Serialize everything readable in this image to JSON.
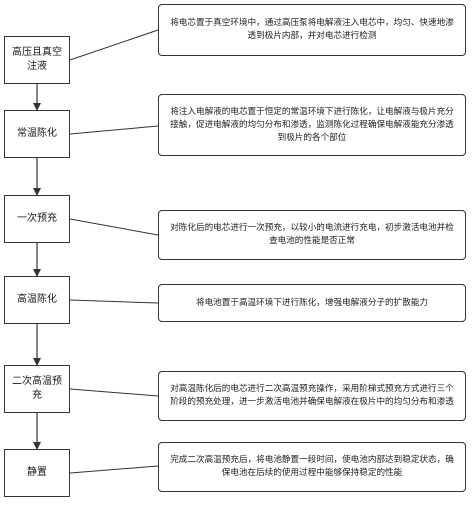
{
  "steps": [
    {
      "label": "高压且真空注液",
      "note": "将电芯置于真空环境中，通过高压泵将电解液注入电芯中，均匀、快速地渗透到极片内部，并对电芯进行检测"
    },
    {
      "label": "常温陈化",
      "note": "将注入电解液的电芯置于恒定的常温环境下进行陈化，让电解液与极片充分接触，促进电解液的均匀分布和渗透，监测陈化过程确保电解液能充分渗透到极片的各个部位"
    },
    {
      "label": "一次预充",
      "note": "对陈化后的电芯进行一次预充，以较小的电流进行充电，初步激活电池并检查电池的性能是否正常"
    },
    {
      "label": "高温陈化",
      "note": "将电池置于高温环境下进行陈化，增强电解液分子的扩散能力"
    },
    {
      "label": "二次高温预充",
      "note": "对高温陈化后的电芯进行二次高温预充操作，采用阶梯式预充方式进行三个阶段的预充处理，进一步激活电池并确保电解液在极片中的均匀分布和渗透"
    },
    {
      "label": "静置",
      "note": "完成二次高温预充后，将电池静置一段时间，使电池内部达到稳定状态，确保电池在后续的使用过程中能够保持稳定的性能"
    }
  ]
}
